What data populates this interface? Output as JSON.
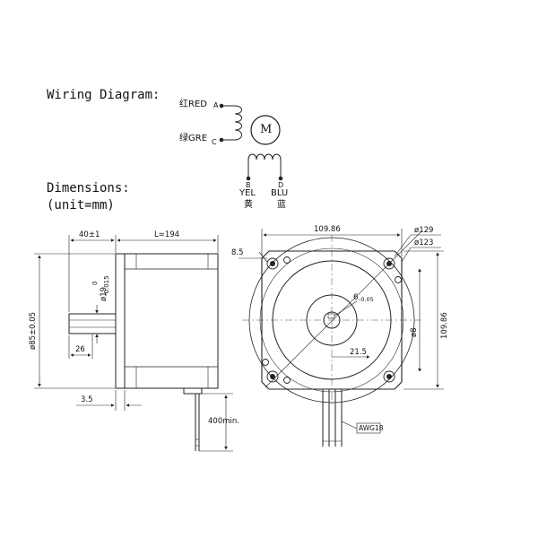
{
  "titles": {
    "wiring": "Wiring Diagram:",
    "dimensions": "Dimensions:",
    "unit": "(unit=mm)"
  },
  "wiring": {
    "a_label": "红RED",
    "a_letter": "A",
    "c_label": "绿GRE",
    "c_letter": "C",
    "motor": "M",
    "b_letter": "B",
    "d_letter": "D",
    "b_name": "YEL",
    "d_name": "BLU",
    "b_cn": "黄",
    "d_cn": "蓝"
  },
  "side_view": {
    "shaft_length": "40±1",
    "body_length": "L=194",
    "shaft_dia": "ø19",
    "tol_upper": "0",
    "tol_lower": "-0.015",
    "pilot_dia": "ø85±0.05",
    "key_length": "26",
    "flange": "3.5",
    "lead_length": "400min."
  },
  "front_view": {
    "width": "109.86",
    "height": "109.86",
    "hole_circle_a": "ø129",
    "hole_circle_b": "ø123",
    "mount_hole": "8.5",
    "flat_dim": "21.5",
    "key_dim": "6",
    "key_tol": "-0.05",
    "wire_gauge": "AWG18",
    "vertical_extra": "ø8"
  }
}
